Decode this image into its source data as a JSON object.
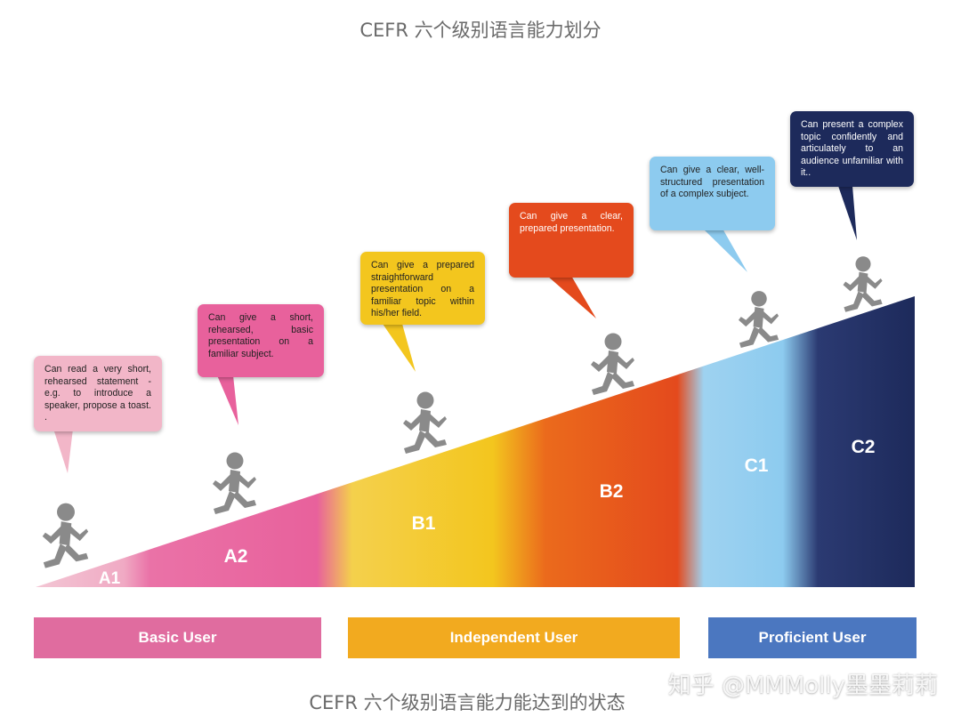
{
  "captions": {
    "top": "CEFR 六个级别语言能力划分",
    "bottom": "CEFR 六个级别语言能力能达到的状态"
  },
  "watermark": "知乎 @MMMolly墨墨莉莉",
  "levels": [
    {
      "code": "A1",
      "color": "#f2b6c8",
      "description": "Can read a very short, rehearsed statement - e.g. to introduce a speaker, propose a toast. ."
    },
    {
      "code": "A2",
      "color": "#e8619c",
      "description": "Can give a short, rehearsed, basic presentation on a familiar subject."
    },
    {
      "code": "B1",
      "color": "#f3c61e",
      "description": "Can give a prepared straightforward presentation on a familiar topic within his/her field."
    },
    {
      "code": "B2",
      "color": "#e44a1d",
      "description": "Can give a clear, prepared presentation."
    },
    {
      "code": "C1",
      "color": "#8dcbef",
      "description": "Can give a clear, well-structured presentation of a complex subject."
    },
    {
      "code": "C2",
      "color": "#1d2a5b",
      "description": "Can present a complex topic confidently and articulately to an audience unfamiliar with it.."
    }
  ],
  "user_bands": [
    {
      "label": "Basic User",
      "color": "#e06c9f"
    },
    {
      "label": "Independent User",
      "color": "#f2aa1f"
    },
    {
      "label": "Proficient User",
      "color": "#4b77c0"
    }
  ]
}
